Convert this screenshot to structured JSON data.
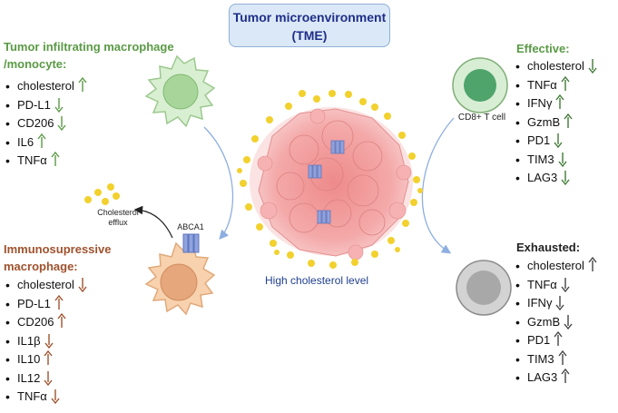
{
  "title": {
    "line1": "Tumor microenvironment",
    "line2": "(TME)"
  },
  "center_label": "High cholesterol level",
  "cd8_label": "CD8+ T cell",
  "abca1_label": "ABCA1",
  "efflux_label": {
    "line1": "Cholesterol",
    "line2": "efflux"
  },
  "tam": {
    "title_line1": "Tumor infiltrating macrophage",
    "title_line2": "/monocyte:",
    "items": [
      {
        "label": "cholesterol",
        "dir": "up",
        "color": "#5a9a45"
      },
      {
        "label": "PD-L1",
        "dir": "down",
        "color": "#5a9a45"
      },
      {
        "label": "CD206",
        "dir": "down",
        "color": "#5a9a45"
      },
      {
        "label": "IL6",
        "dir": "up",
        "color": "#5a9a45"
      },
      {
        "label": "TNFα",
        "dir": "up",
        "color": "#5a9a45"
      }
    ]
  },
  "immuno": {
    "title_line1": "Immunosupressive",
    "title_line2": "macrophage:",
    "items": [
      {
        "label": "cholesterol",
        "dir": "down",
        "color": "#a0522d"
      },
      {
        "label": "PD-L1",
        "dir": "up",
        "color": "#a0522d"
      },
      {
        "label": "CD206",
        "dir": "up",
        "color": "#a0522d"
      },
      {
        "label": "IL1β",
        "dir": "down",
        "color": "#a0522d"
      },
      {
        "label": "IL10",
        "dir": "up",
        "color": "#a0522d"
      },
      {
        "label": "IL12",
        "dir": "down",
        "color": "#a0522d"
      },
      {
        "label": "TNFα",
        "dir": "down",
        "color": "#a0522d"
      }
    ]
  },
  "effective": {
    "title": "Effective:",
    "items": [
      {
        "label": "cholesterol",
        "dir": "down",
        "color": "#3f7a35"
      },
      {
        "label": "TNFα",
        "dir": "up",
        "color": "#3f7a35"
      },
      {
        "label": "IFNγ",
        "dir": "up",
        "color": "#3f7a35"
      },
      {
        "label": "GzmB",
        "dir": "up",
        "color": "#3f7a35"
      },
      {
        "label": "PD1",
        "dir": "down",
        "color": "#3f7a35"
      },
      {
        "label": "TIM3",
        "dir": "down",
        "color": "#3f7a35"
      },
      {
        "label": "LAG3",
        "dir": "down",
        "color": "#3f7a35"
      }
    ]
  },
  "exhausted": {
    "title": "Exhausted:",
    "items": [
      {
        "label": "cholesterol",
        "dir": "up",
        "color": "#444444"
      },
      {
        "label": "TNFα",
        "dir": "down",
        "color": "#444444"
      },
      {
        "label": "IFNγ",
        "dir": "down",
        "color": "#444444"
      },
      {
        "label": "GzmB",
        "dir": "down",
        "color": "#444444"
      },
      {
        "label": "PD1",
        "dir": "up",
        "color": "#444444"
      },
      {
        "label": "TIM3",
        "dir": "up",
        "color": "#444444"
      },
      {
        "label": "LAG3",
        "dir": "up",
        "color": "#444444"
      }
    ]
  },
  "colors": {
    "green_cell": "#cfe9c8",
    "orange_cell": "#f6c89a",
    "tumor": "#f0a0a0",
    "cholesterol_dot": "#f2d12e",
    "arrow": "#8eaee0"
  }
}
